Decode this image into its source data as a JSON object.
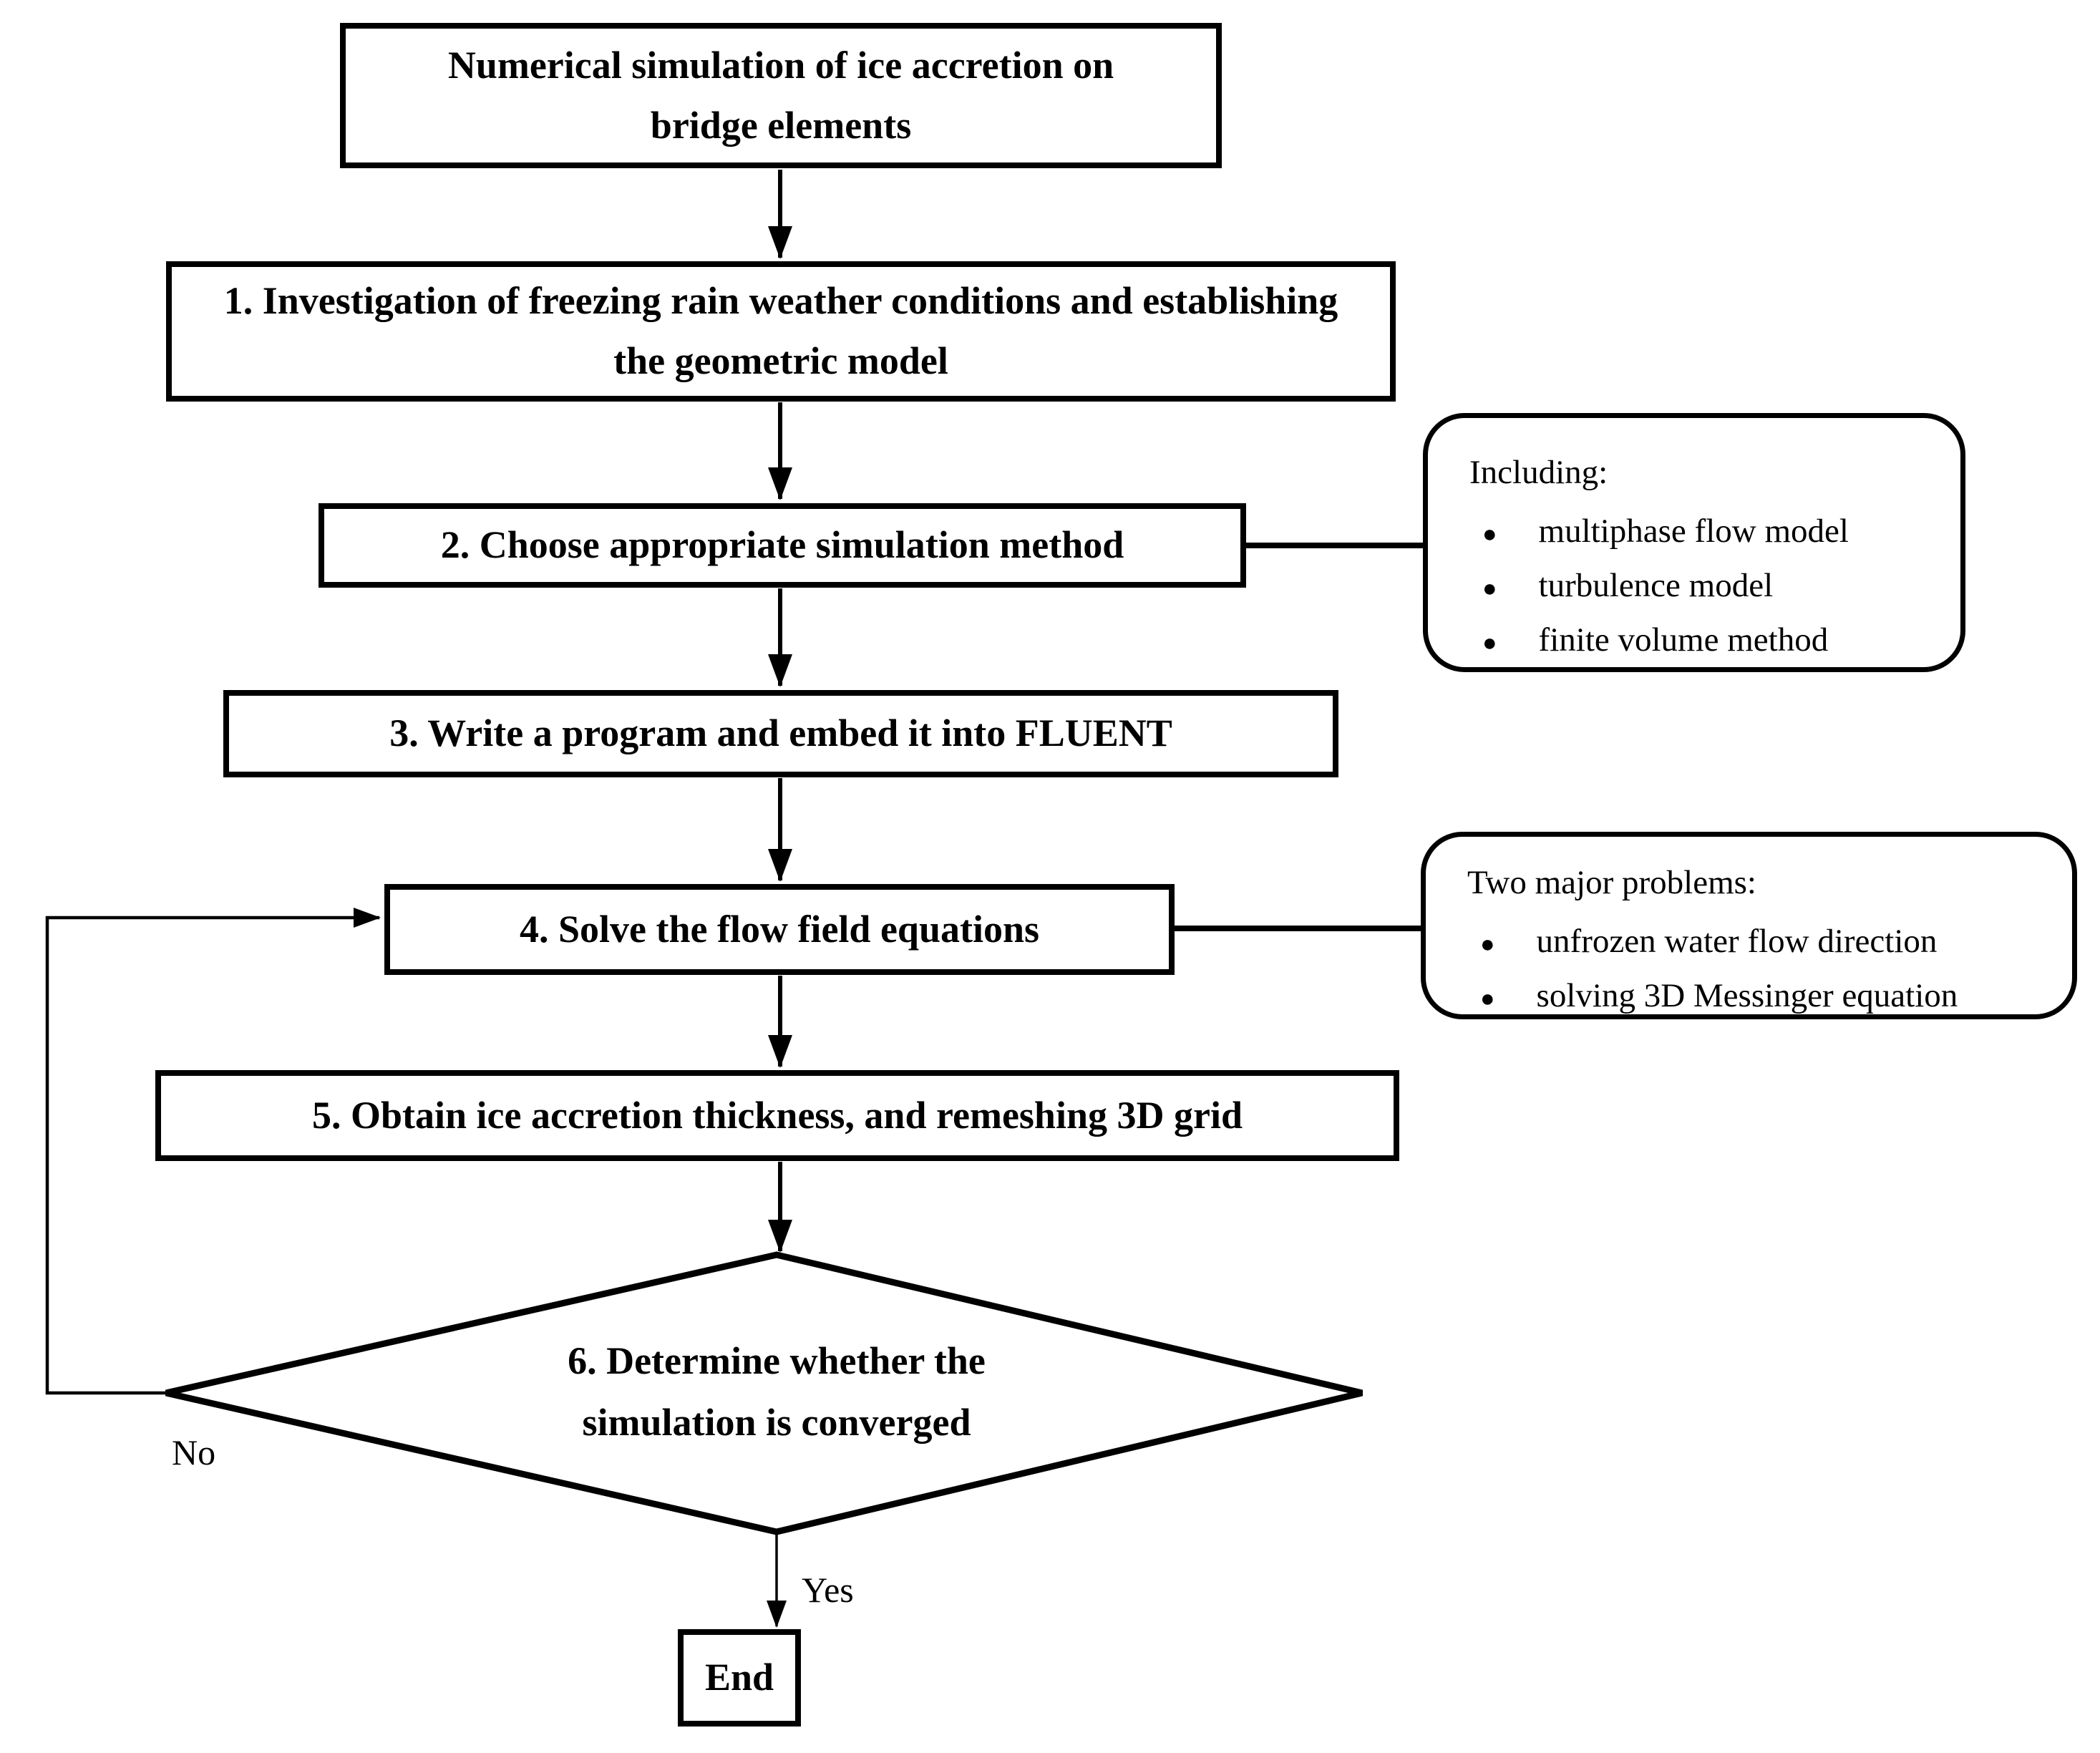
{
  "page": {
    "background": "#ffffff",
    "line_color": "#000000",
    "text_color": "#000000"
  },
  "flowchart": {
    "bullet_char": "●",
    "title_box": {
      "label": "Numerical simulation of ice accretion on bridge elements"
    },
    "steps": [
      {
        "label": "1. Investigation of freezing rain weather conditions and establishing the geometric model"
      },
      {
        "label": "2. Choose appropriate simulation method"
      },
      {
        "label": "3. Write a program and embed it into FLUENT"
      },
      {
        "label": "4. Solve the flow field equations"
      },
      {
        "label": "5. Obtain ice accretion thickness, and remeshing 3D grid"
      },
      {
        "label": "6. Determine whether the simulation is converged"
      }
    ],
    "notes": [
      {
        "title": "Including:",
        "items": [
          "multiphase flow model",
          "turbulence model",
          "finite volume method"
        ]
      },
      {
        "title": "Two major problems:",
        "items": [
          "unfrozen water flow direction",
          "solving 3D Messinger equation"
        ]
      }
    ],
    "decision": {
      "no_label": "No",
      "yes_label": "Yes"
    },
    "end_box": {
      "label": "End"
    }
  }
}
